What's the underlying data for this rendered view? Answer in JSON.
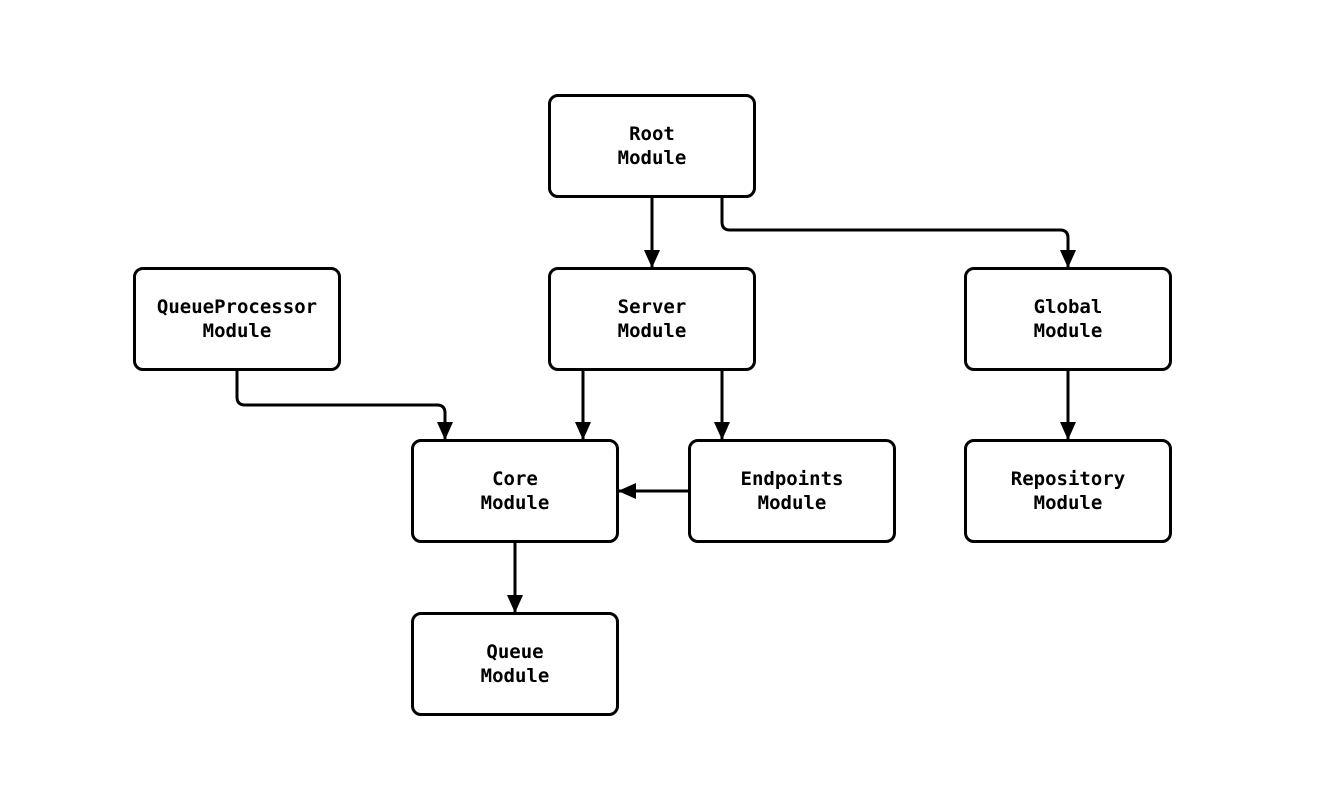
{
  "diagram": {
    "background_color": "#ffffff",
    "node_fill_color": "#ffffff",
    "node_border_color": "#000000",
    "edge_color": "#000000",
    "nodes": [
      {
        "id": "root",
        "label": "Root\nModule"
      },
      {
        "id": "server",
        "label": "Server\nModule"
      },
      {
        "id": "queueprocessor",
        "label": "QueueProcessor\nModule"
      },
      {
        "id": "global",
        "label": "Global\nModule"
      },
      {
        "id": "core",
        "label": "Core\nModule"
      },
      {
        "id": "endpoints",
        "label": "Endpoints\nModule"
      },
      {
        "id": "repository",
        "label": "Repository\nModule"
      },
      {
        "id": "queue",
        "label": "Queue\nModule"
      }
    ],
    "edges": [
      {
        "from": "root",
        "to": "server"
      },
      {
        "from": "root",
        "to": "global"
      },
      {
        "from": "server",
        "to": "core"
      },
      {
        "from": "server",
        "to": "endpoints"
      },
      {
        "from": "queueprocessor",
        "to": "core"
      },
      {
        "from": "endpoints",
        "to": "core"
      },
      {
        "from": "global",
        "to": "repository"
      },
      {
        "from": "core",
        "to": "queue"
      }
    ]
  }
}
